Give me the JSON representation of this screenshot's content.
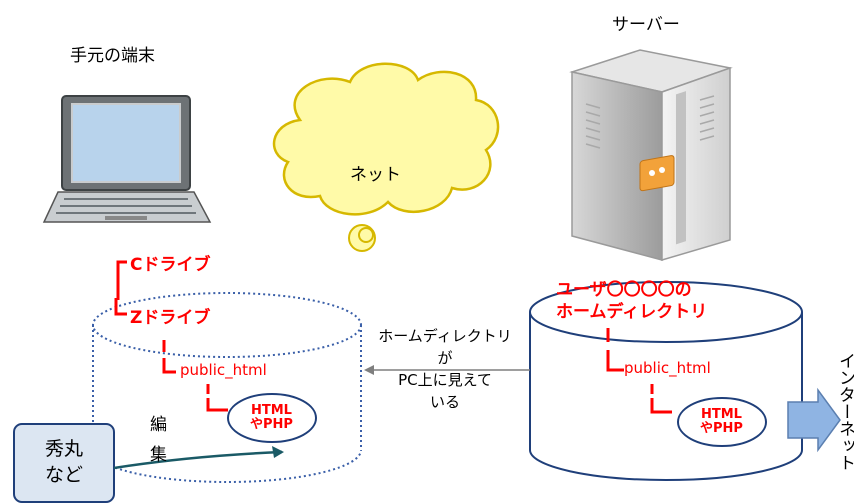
{
  "labels": {
    "local_terminal": "手元の端末",
    "server": "サーバー",
    "net": "ネット",
    "c_drive": "Cドライブ",
    "z_drive": "Zドライブ",
    "public_html_left": "public_html",
    "public_html_right": "public_html",
    "html_php_left": [
      "HTML",
      "やPHP"
    ],
    "html_php_right": [
      "HTML",
      "やPHP"
    ],
    "server_home": [
      "ユーザ〇〇〇〇の",
      "ホームディレクトリ"
    ],
    "home_visible": [
      "ホームディレクトリ",
      "が",
      "PC上に見えて",
      "いる"
    ],
    "editor": [
      "秀丸",
      "など"
    ],
    "edit": [
      "編",
      "集"
    ],
    "internet": "インターネット"
  },
  "colors": {
    "accent_red": "#ff0000",
    "cylinder_blue": "#3a5fa8",
    "cloud_fill": "#fffaa8",
    "cloud_stroke": "#d6b800",
    "arrow_fill": "#8fb4e3",
    "editor_fill": "#dce6f2"
  }
}
